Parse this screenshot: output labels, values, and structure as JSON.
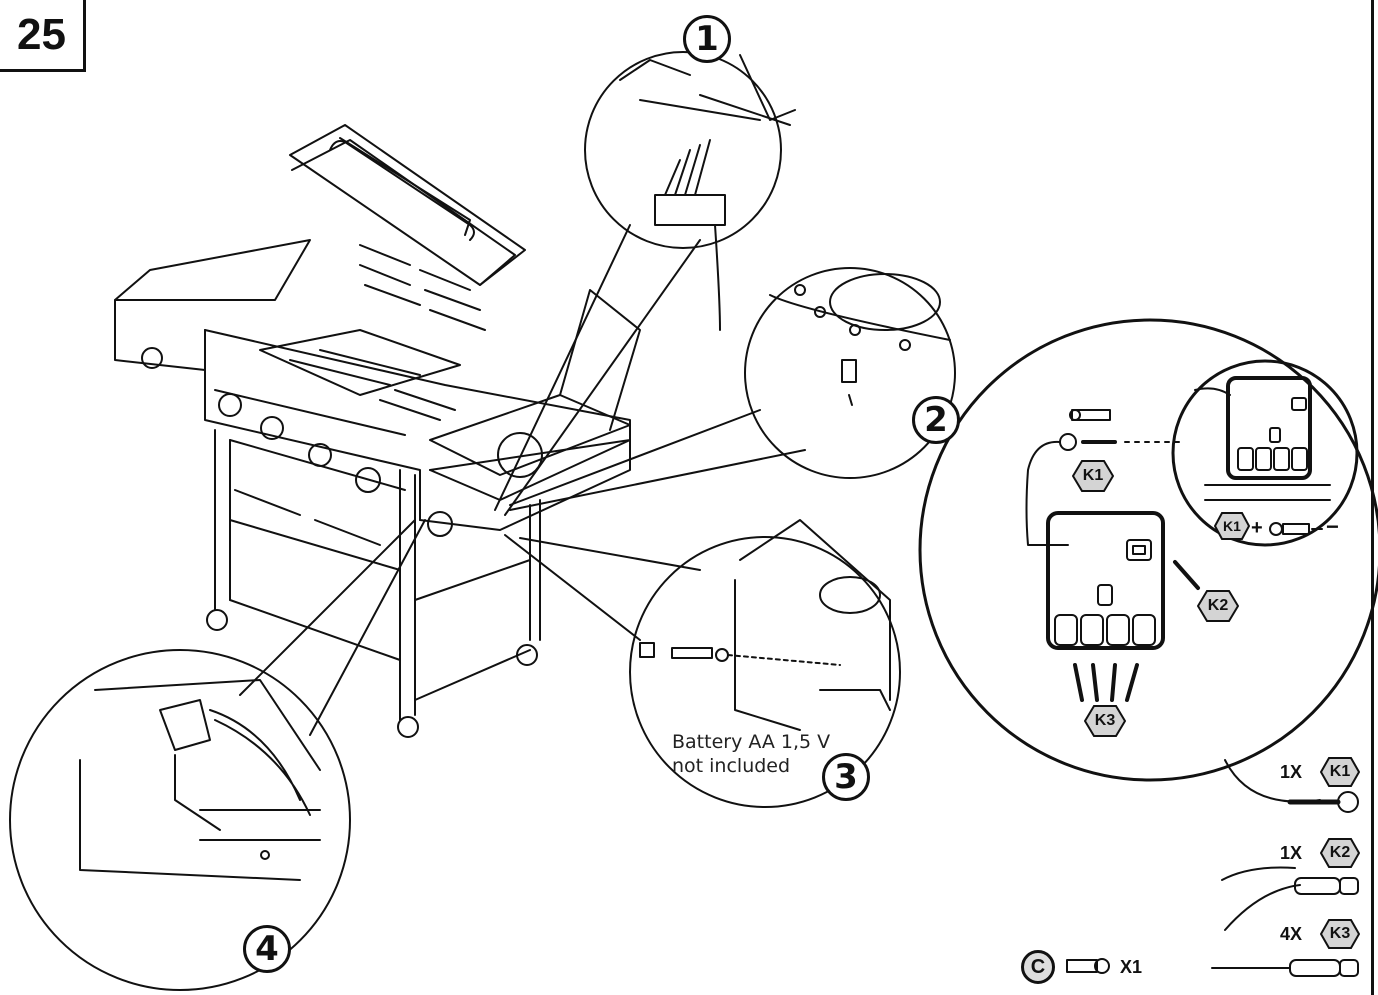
{
  "step": "25",
  "detail_numbers": [
    "1",
    "2",
    "3",
    "4"
  ],
  "battery_note": [
    "Battery AA 1,5 V",
    "not included"
  ],
  "callouts": {
    "k1": "K1",
    "k2": "K2",
    "k3": "K3",
    "plus": "+",
    "minus": "−"
  },
  "parts": [
    {
      "qty": "1X",
      "label": "K1"
    },
    {
      "qty": "1X",
      "label": "K2"
    },
    {
      "qty": "4X",
      "label": "K3"
    }
  ],
  "screw": {
    "letter": "C",
    "qty": "X1"
  },
  "colors": {
    "line": "#111111",
    "hex_fill": "#d4d4d4"
  }
}
